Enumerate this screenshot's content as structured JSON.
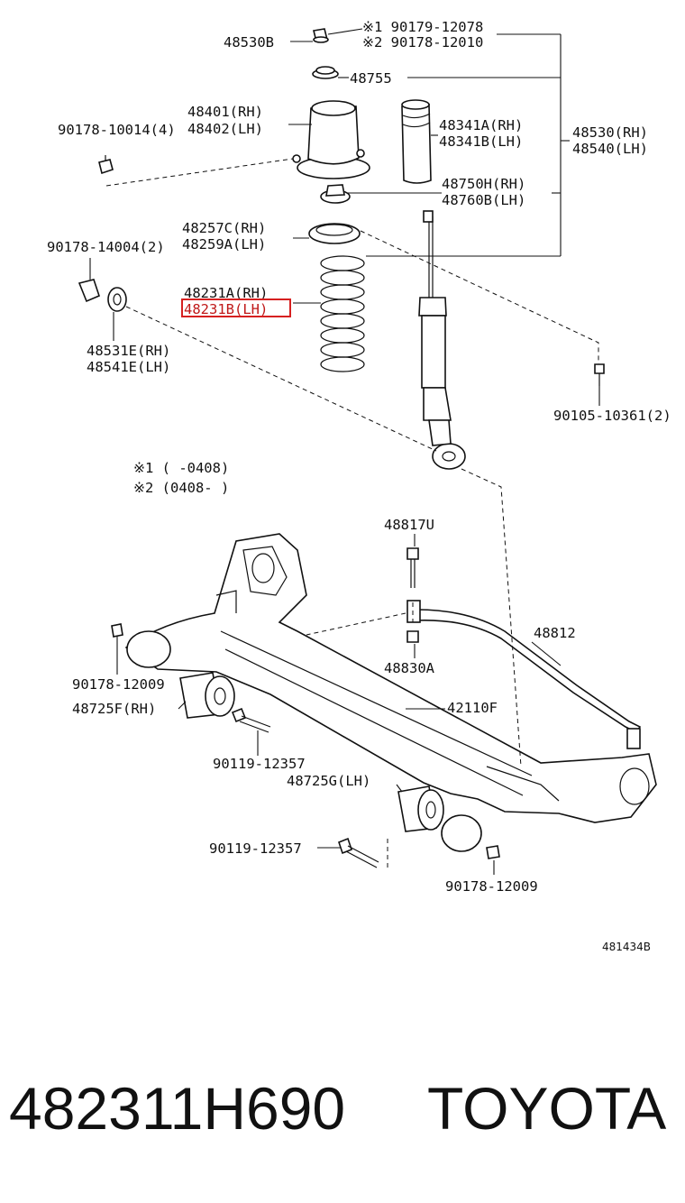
{
  "labels": {
    "n90179_12078": "※1 90179-12078",
    "n90178_12010": "※2 90178-12010",
    "n48530B": "48530B",
    "n48755": "48755",
    "n48401": "48401(RH)",
    "n48402": "48402(LH)",
    "n90178_10014": "90178-10014(4)",
    "n48341A": "48341A(RH)",
    "n48341B": "48341B(LH)",
    "n48530": "48530(RH)",
    "n48540": "48540(LH)",
    "n48750H": "48750H(RH)",
    "n48760B": "48760B(LH)",
    "n48257C": "48257C(RH)",
    "n48259A": "48259A(LH)",
    "n90178_14004": "90178-14004(2)",
    "n48231A": "48231A(RH)",
    "n48231B": "48231B(LH)",
    "n48531E": "48531E(RH)",
    "n48541E": "48541E(LH)",
    "n90105_10361": "90105-10361(2)",
    "note1": "※1 (     -0408)",
    "note2": "※2 (0408-     )",
    "n48817U": "48817U",
    "n48812": "48812",
    "n48830A": "48830A",
    "n90178_12009a": "90178-12009",
    "n48725F": "48725F(RH)",
    "n42110F": "42110F",
    "n90119_12357a": "90119-12357",
    "n48725G": "48725G(LH)",
    "n90119_12357b": "90119-12357",
    "n90178_12009b": "90178-12009",
    "figure_code": "481434B"
  },
  "footer": {
    "part_number": "482311H690",
    "brand": "TOYOTA"
  },
  "colors": {
    "highlight": "#d62020",
    "ink": "#111111"
  }
}
